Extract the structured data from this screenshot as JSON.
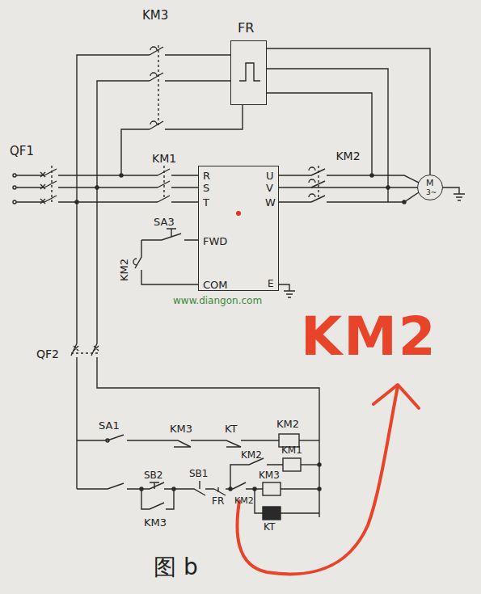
{
  "diagram": {
    "caption": "图 b",
    "nodes": [
      {
        "text": [
          "FR"
        ]
      },
      {
        "text": [
          "R",
          "S",
          "T",
          "U",
          "V",
          "W",
          "FWD",
          "COM",
          "E"
        ]
      },
      {
        "text": [
          "M",
          "3~"
        ]
      }
    ],
    "edges": [
      {
        "from": 0,
        "to": 2,
        "arrow": "none"
      },
      {
        "from": 1,
        "to": 2,
        "label": "KM2",
        "arrow": "none"
      }
    ],
    "labels": [
      "KM3",
      "QF1",
      "KM1",
      "SA3",
      "KM2",
      "www.diangon.com",
      "QF2",
      "KM2",
      "SA1",
      "KM3",
      "KT",
      "KM2",
      "SB2",
      "SB1",
      "FR",
      "KM2",
      "KM2",
      "KM1",
      "KM3",
      "KT",
      "KM3"
    ]
  }
}
